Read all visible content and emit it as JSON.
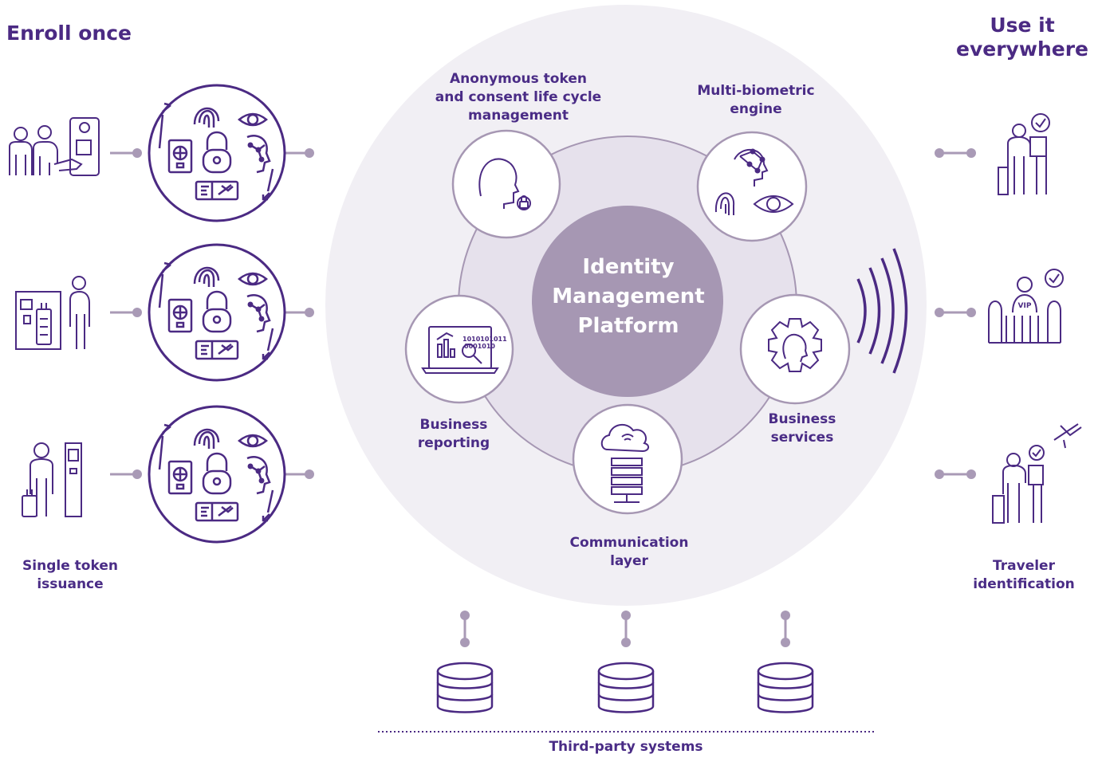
{
  "headings": {
    "left": "Enroll once",
    "right_line1": "Use it",
    "right_line2": "everywhere"
  },
  "platform": {
    "line1": "Identity",
    "line2": "Management",
    "line3": "Platform"
  },
  "modules": {
    "token_line1": "Anonymous token",
    "token_line2": "and consent life cycle",
    "token_line3": "management",
    "biometric_line1": "Multi-biometric",
    "biometric_line2": "engine",
    "services_line1": "Business",
    "services_line2": "services",
    "reporting_line1": "Business",
    "reporting_line2": "reporting",
    "comm_line1": "Communication",
    "comm_line2": "layer"
  },
  "captions": {
    "left_line1": "Single token",
    "left_line2": "issuance",
    "right_line1": "Traveler",
    "right_line2": "identification",
    "bottom": "Third-party systems"
  },
  "icon_texts": {
    "binary_line1": "1010101011",
    "binary_line2": "0001010",
    "vip": "VIP"
  },
  "colors": {
    "purple": "#4b2a83",
    "outer_disc": "#f1eff4",
    "inner_ring": "#e6e1ec",
    "core": "#a697b3",
    "connector": "#a99ab6"
  }
}
